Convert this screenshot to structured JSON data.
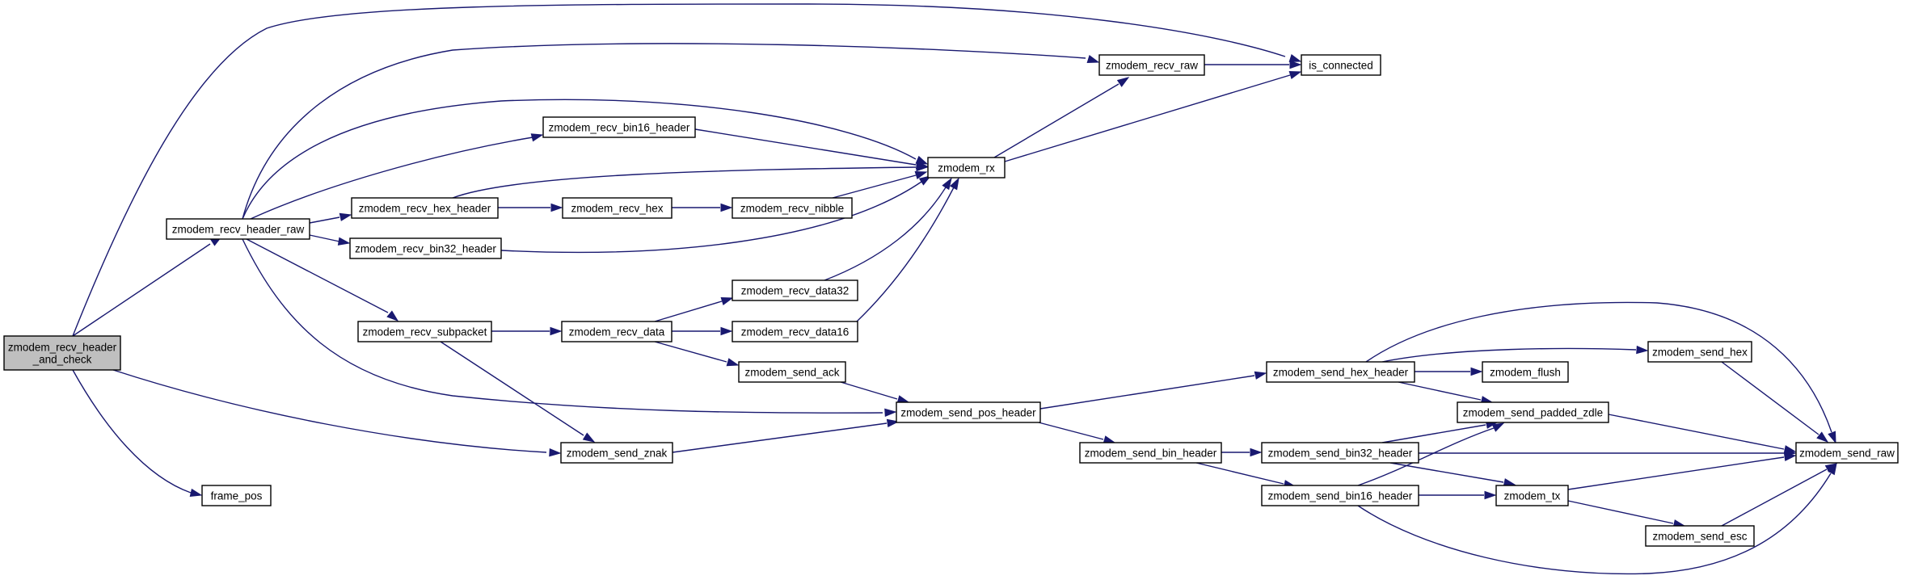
{
  "nodes": [
    {
      "id": "check",
      "lines": [
        "zmodem_recv_header",
        "_and_check"
      ],
      "root": true
    },
    {
      "id": "hraw",
      "lines": [
        "zmodem_recv_header_raw"
      ]
    },
    {
      "id": "fpos",
      "lines": [
        "frame_pos"
      ]
    },
    {
      "id": "rraw",
      "lines": [
        "zmodem_recv_raw"
      ]
    },
    {
      "id": "isconn",
      "lines": [
        "is_connected"
      ]
    },
    {
      "id": "bin16h",
      "lines": [
        "zmodem_recv_bin16_header"
      ]
    },
    {
      "id": "rx",
      "lines": [
        "zmodem_rx"
      ]
    },
    {
      "id": "hexh",
      "lines": [
        "zmodem_recv_hex_header"
      ]
    },
    {
      "id": "rhex",
      "lines": [
        "zmodem_recv_hex"
      ]
    },
    {
      "id": "nibble",
      "lines": [
        "zmodem_recv_nibble"
      ]
    },
    {
      "id": "bin32h",
      "lines": [
        "zmodem_recv_bin32_header"
      ]
    },
    {
      "id": "subpkt",
      "lines": [
        "zmodem_recv_subpacket"
      ]
    },
    {
      "id": "rdata",
      "lines": [
        "zmodem_recv_data"
      ]
    },
    {
      "id": "rdata32",
      "lines": [
        "zmodem_recv_data32"
      ]
    },
    {
      "id": "rdata16",
      "lines": [
        "zmodem_recv_data16"
      ]
    },
    {
      "id": "sack",
      "lines": [
        "zmodem_send_ack"
      ]
    },
    {
      "id": "sposh",
      "lines": [
        "zmodem_send_pos_header"
      ]
    },
    {
      "id": "sznak",
      "lines": [
        "zmodem_send_znak"
      ]
    },
    {
      "id": "sbinh",
      "lines": [
        "zmodem_send_bin_header"
      ]
    },
    {
      "id": "shexh",
      "lines": [
        "zmodem_send_hex_header"
      ]
    },
    {
      "id": "flush",
      "lines": [
        "zmodem_flush"
      ]
    },
    {
      "id": "shex",
      "lines": [
        "zmodem_send_hex"
      ]
    },
    {
      "id": "padded",
      "lines": [
        "zmodem_send_padded_zdle"
      ]
    },
    {
      "id": "sbin32h",
      "lines": [
        "zmodem_send_bin32_header"
      ]
    },
    {
      "id": "sbin16h",
      "lines": [
        "zmodem_send_bin16_header"
      ]
    },
    {
      "id": "tx",
      "lines": [
        "zmodem_tx"
      ]
    },
    {
      "id": "sraw",
      "lines": [
        "zmodem_send_raw"
      ]
    },
    {
      "id": "sesc",
      "lines": [
        "zmodem_send_esc"
      ]
    }
  ],
  "edges": [
    {
      "from": "check",
      "to": "hraw"
    },
    {
      "from": "check",
      "to": "isconn"
    },
    {
      "from": "check",
      "to": "sznak"
    },
    {
      "from": "check",
      "to": "fpos"
    },
    {
      "from": "hraw",
      "to": "rraw"
    },
    {
      "from": "hraw",
      "to": "rx"
    },
    {
      "from": "hraw",
      "to": "bin16h"
    },
    {
      "from": "hraw",
      "to": "hexh"
    },
    {
      "from": "hraw",
      "to": "bin32h"
    },
    {
      "from": "hraw",
      "to": "subpkt"
    },
    {
      "from": "hraw",
      "to": "sposh"
    },
    {
      "from": "rraw",
      "to": "isconn"
    },
    {
      "from": "rx",
      "to": "rraw"
    },
    {
      "from": "rx",
      "to": "isconn"
    },
    {
      "from": "bin16h",
      "to": "rx"
    },
    {
      "from": "hexh",
      "to": "rx"
    },
    {
      "from": "hexh",
      "to": "rhex"
    },
    {
      "from": "rhex",
      "to": "nibble"
    },
    {
      "from": "nibble",
      "to": "rx"
    },
    {
      "from": "bin32h",
      "to": "rx"
    },
    {
      "from": "subpkt",
      "to": "rdata"
    },
    {
      "from": "subpkt",
      "to": "sznak"
    },
    {
      "from": "rdata",
      "to": "rdata32"
    },
    {
      "from": "rdata",
      "to": "rdata16"
    },
    {
      "from": "rdata",
      "to": "sack"
    },
    {
      "from": "rdata32",
      "to": "rx"
    },
    {
      "from": "rdata16",
      "to": "rx"
    },
    {
      "from": "sack",
      "to": "sposh"
    },
    {
      "from": "sznak",
      "to": "sposh"
    },
    {
      "from": "sposh",
      "to": "shexh"
    },
    {
      "from": "sposh",
      "to": "sbinh"
    },
    {
      "from": "shexh",
      "to": "flush"
    },
    {
      "from": "shexh",
      "to": "shex"
    },
    {
      "from": "shexh",
      "to": "padded"
    },
    {
      "from": "shexh",
      "to": "sraw"
    },
    {
      "from": "shex",
      "to": "sraw"
    },
    {
      "from": "padded",
      "to": "sraw"
    },
    {
      "from": "sbinh",
      "to": "sbin32h"
    },
    {
      "from": "sbinh",
      "to": "sbin16h"
    },
    {
      "from": "sbin32h",
      "to": "padded"
    },
    {
      "from": "sbin32h",
      "to": "sraw"
    },
    {
      "from": "sbin32h",
      "to": "tx"
    },
    {
      "from": "sbin16h",
      "to": "padded"
    },
    {
      "from": "sbin16h",
      "to": "tx"
    },
    {
      "from": "sbin16h",
      "to": "sraw"
    },
    {
      "from": "tx",
      "to": "sraw"
    },
    {
      "from": "tx",
      "to": "sesc"
    },
    {
      "from": "sesc",
      "to": "sraw"
    }
  ]
}
